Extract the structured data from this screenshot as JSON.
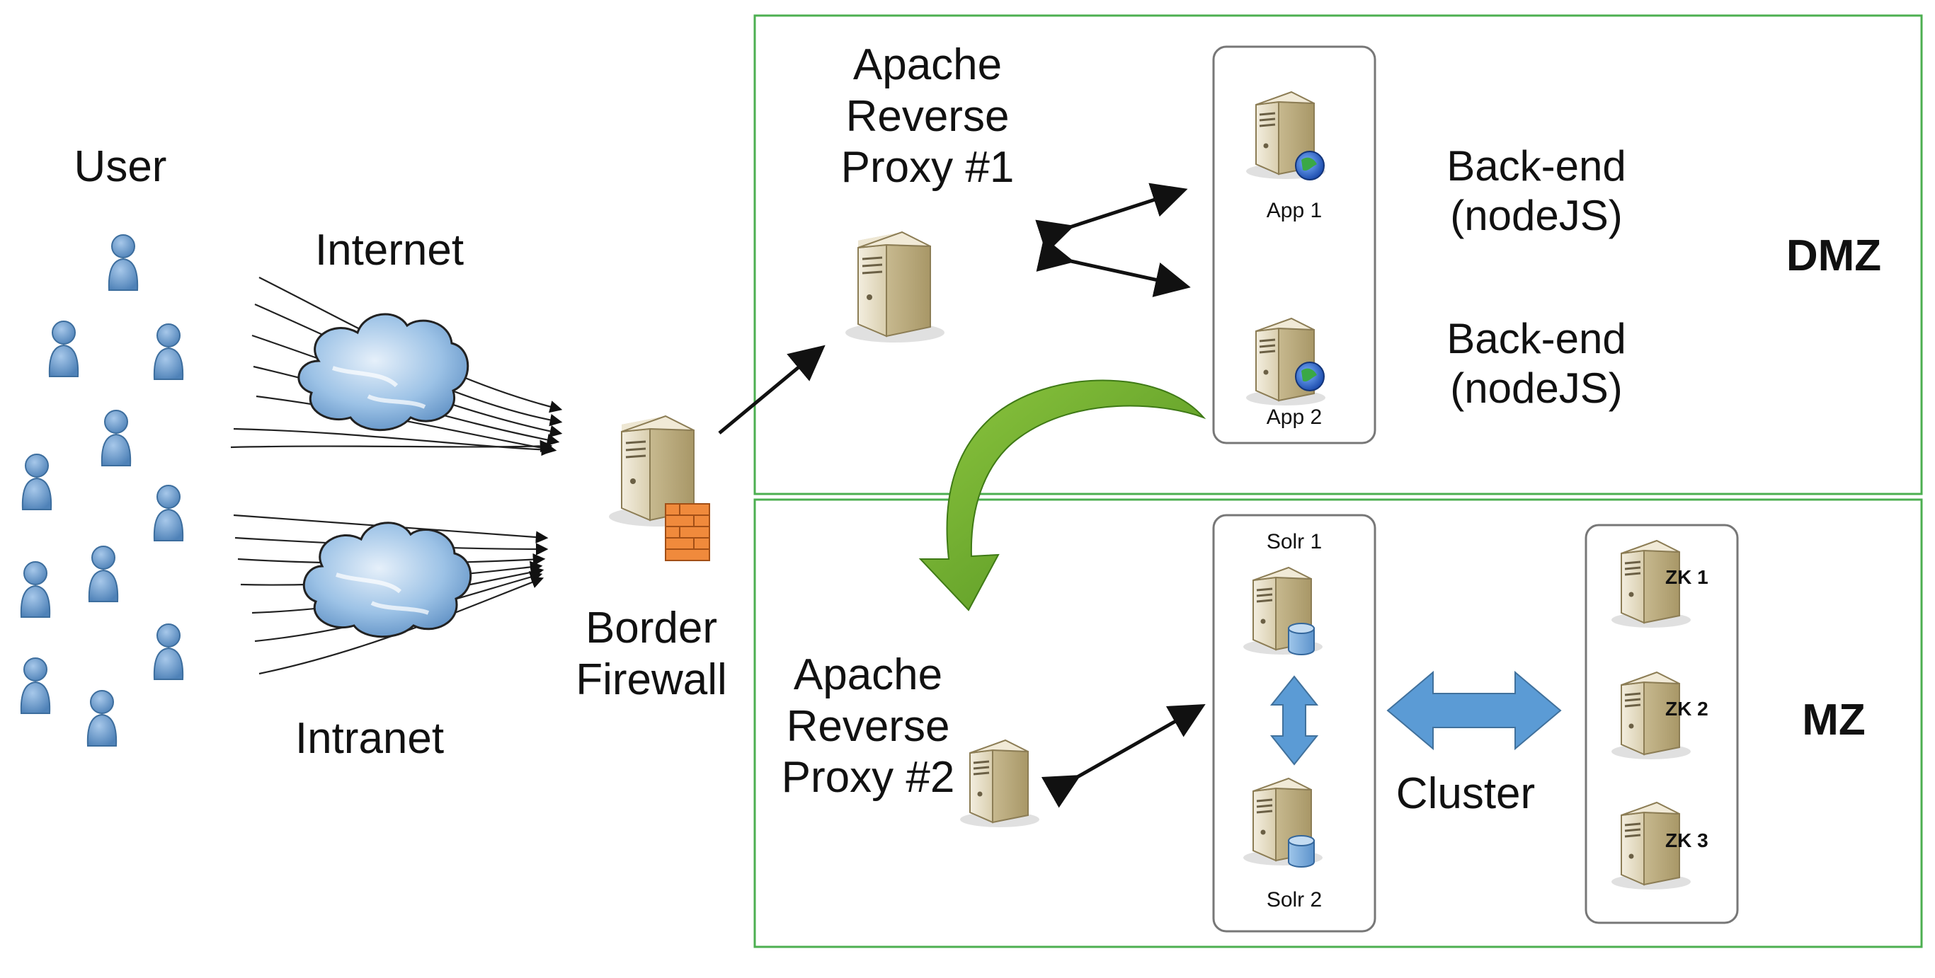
{
  "labels": {
    "user": "User",
    "internet": "Internet",
    "intranet": "Intranet",
    "border_firewall": [
      "Border",
      "Firewall"
    ],
    "proxy1": [
      "Apache",
      "Reverse",
      "Proxy #1"
    ],
    "proxy2": [
      "Apache",
      "Reverse",
      "Proxy #2"
    ],
    "backend": [
      "Back-end",
      "(nodeJS)"
    ],
    "cluster": "Cluster"
  },
  "zones": {
    "dmz": "DMZ",
    "mz": "MZ"
  },
  "servers": {
    "app1": "App 1",
    "app2": "App 2",
    "solr1": "Solr 1",
    "solr2": "Solr 2",
    "zk1": "ZK 1",
    "zk2": "ZK 2",
    "zk3": "ZK 3"
  },
  "colors": {
    "zone_border": "#4caf50",
    "user_fill": "#6c9fd1",
    "cloud_fill": "#8fb9e0",
    "server_body": "#e2d8bd",
    "cluster_arrow": "#5b9bd5",
    "curve_arrow": "#7dc242"
  }
}
